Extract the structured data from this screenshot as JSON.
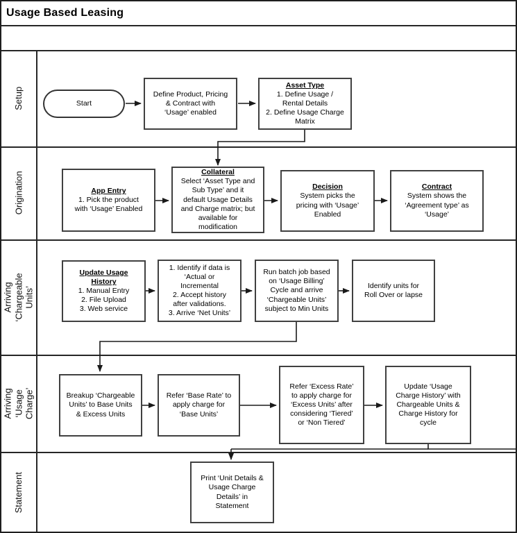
{
  "title": "Usage Based Leasing",
  "colors": {
    "line": "#262626",
    "node_border": "#404040",
    "text": "#000000",
    "background": "#ffffff"
  },
  "lanes": [
    {
      "label": "Setup"
    },
    {
      "label": "Origination"
    },
    {
      "label": "Arriving\n‘Chargeable Units’"
    },
    {
      "label": "Arriving\n‘Usage Charge’"
    },
    {
      "label": "Statement"
    }
  ],
  "nodes": {
    "start": {
      "label": "Start"
    },
    "define_product": {
      "body": "Define Product, Pricing\n& Contract with\n‘Usage’ enabled"
    },
    "asset_type": {
      "title": "Asset Type",
      "body": "1. Define Usage /\nRental Details\n2. Define Usage Charge\nMatrix"
    },
    "app_entry": {
      "title": "App Entry",
      "body": "1. Pick the product\nwith ‘Usage’ Enabled"
    },
    "collateral": {
      "title": "Collateral",
      "body": "Select ‘Asset Type and\nSub Type’ and it\ndefault Usage Details\nand Charge matrix; but\navailable for\nmodification"
    },
    "decision": {
      "title": "Decision",
      "body": "System picks the\npricing with ‘Usage’\nEnabled"
    },
    "contract": {
      "title": "Contract",
      "body": "System shows the\n‘Agreement type’ as\n‘Usage’"
    },
    "update_usage_history": {
      "title": "Update Usage\nHistory",
      "body": "1. Manual Entry\n2. File Upload\n3. Web service"
    },
    "identify_data": {
      "body": "1. Identify if data is\n‘Actual or\nIncremental\n2. Accept history\nafter validations.\n3. Arrive ‘Net Units’"
    },
    "run_batch": {
      "body": "Run batch job based\non ‘Usage Billing’\nCycle and arrive\n‘Chargeable Units’\nsubject to Min Units"
    },
    "identify_units": {
      "body": "Identify units for\nRoll Over or lapse"
    },
    "breakup": {
      "body": "Breakup ‘Chargeable\nUnits’ to Base Units\n& Excess Units"
    },
    "base_rate": {
      "body": "Refer ‘Base Rate’ to\napply charge for\n‘Base Units’"
    },
    "excess_rate": {
      "body": "Refer ‘Excess Rate’\nto apply charge for\n‘Excess Units’ after\nconsidering ‘Tiered’\nor ‘Non Tiered’"
    },
    "update_charge_history": {
      "body": "Update ‘Usage\nCharge History’ with\nChargeable Units &\nCharge History for\ncycle"
    },
    "print_statement": {
      "body": "Print ‘Unit Details &\nUsage Charge\nDetails’ in\nStatement"
    }
  }
}
